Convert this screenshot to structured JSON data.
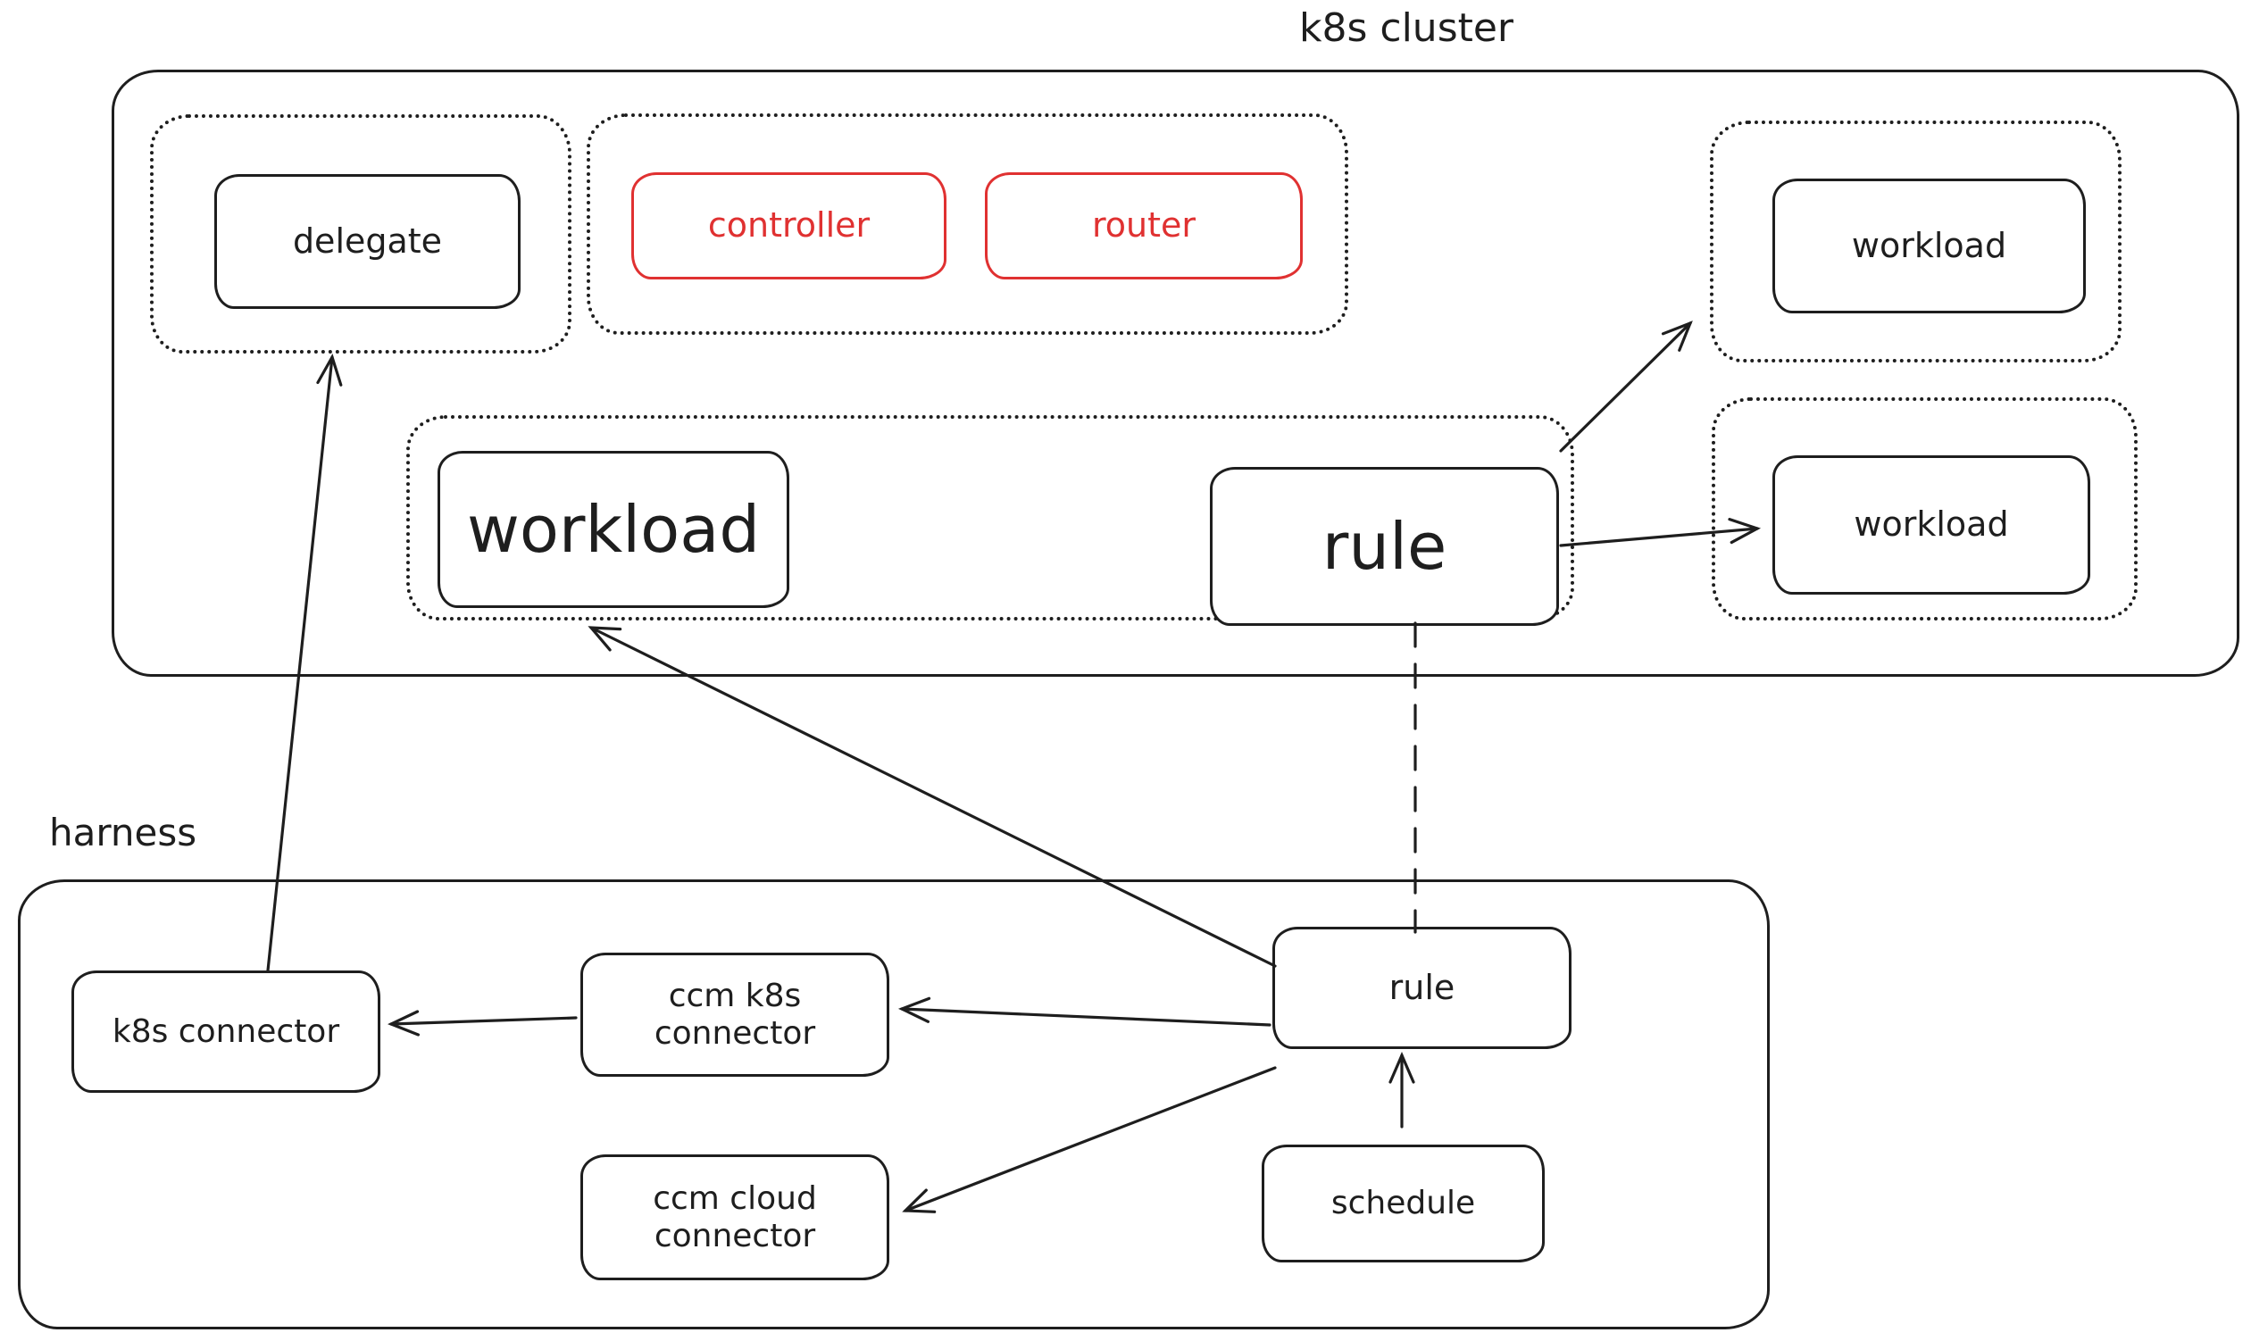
{
  "diagram": {
    "title_note": "hand-drawn kubernetes / harness cloud-cost architecture sketch",
    "k8s_cluster": {
      "label": "k8s cluster",
      "nodes": {
        "delegate": "delegate",
        "controller": "controller",
        "router": "router",
        "workload_main": "workload",
        "rule": "rule",
        "workload_top_right": "workload",
        "workload_bottom_right": "workload"
      }
    },
    "harness": {
      "label": "harness",
      "nodes": {
        "k8s_connector": "k8s connector",
        "ccm_k8s_connector": "ccm k8s connector",
        "ccm_cloud_connector": "ccm cloud connector",
        "rule": "rule",
        "schedule": "schedule"
      }
    },
    "edges": [
      {
        "from": "harness.k8s_connector",
        "to": "k8s_cluster.delegate",
        "style": "solid-arrow"
      },
      {
        "from": "harness.rule",
        "to": "k8s_cluster.workload_main",
        "style": "solid-arrow"
      },
      {
        "from": "k8s_cluster.rule",
        "to": "k8s_cluster.workload_top_right",
        "style": "solid-arrow"
      },
      {
        "from": "k8s_cluster.rule",
        "to": "k8s_cluster.workload_bottom_right",
        "style": "solid-arrow"
      },
      {
        "from": "k8s_cluster.rule",
        "to": "harness.rule",
        "style": "dashed-line"
      },
      {
        "from": "harness.rule",
        "to": "harness.ccm_k8s_connector",
        "style": "solid-arrow"
      },
      {
        "from": "harness.rule",
        "to": "harness.ccm_cloud_connector",
        "style": "solid-arrow"
      },
      {
        "from": "harness.ccm_k8s_connector",
        "to": "harness.k8s_connector",
        "style": "solid-arrow"
      },
      {
        "from": "harness.schedule",
        "to": "harness.rule",
        "style": "solid-arrow"
      }
    ],
    "colors": {
      "stroke": "#1e1e1e",
      "accent_red": "#e03131",
      "background": "#ffffff"
    }
  }
}
